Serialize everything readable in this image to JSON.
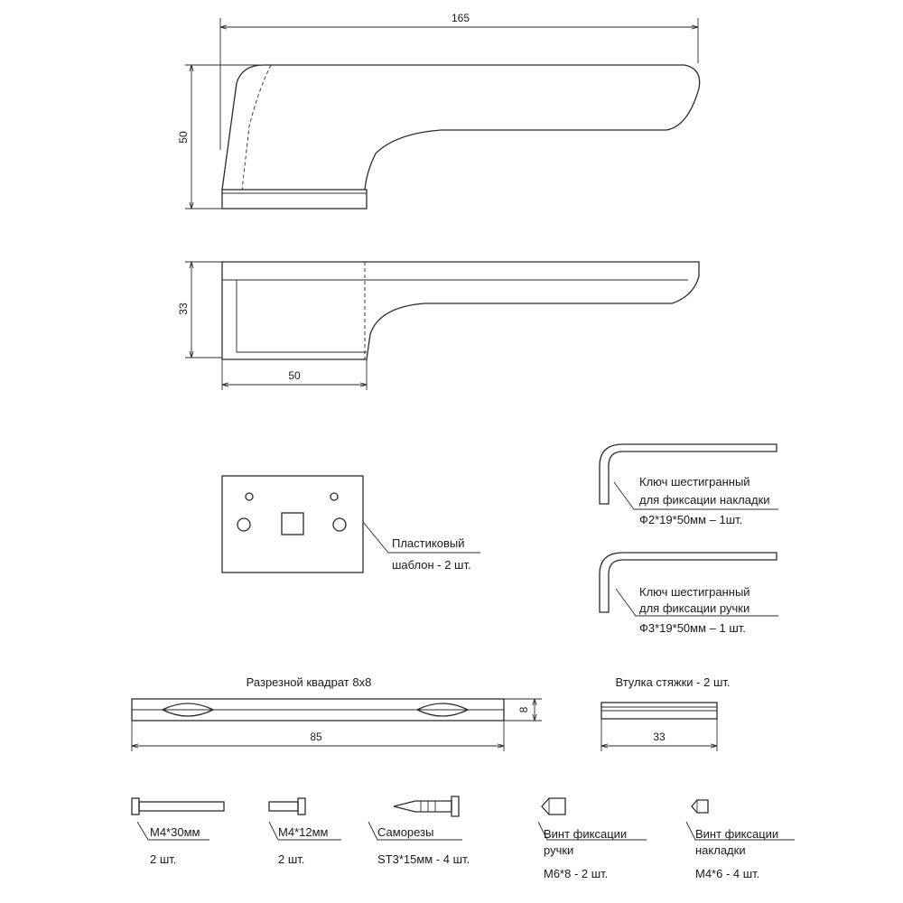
{
  "handle": {
    "width_dim": "165",
    "height_dim": "50",
    "depth_dim": "33",
    "base_dim": "50"
  },
  "template": {
    "label_line1": "Пластиковый",
    "label_line2": "шаблон - 2 шт."
  },
  "hex_key_cover": {
    "line1": "Ключ шестигранный",
    "line2": "для фиксации накладки",
    "line3": "Ф2*19*50мм – 1шт."
  },
  "hex_key_handle": {
    "line1": "Ключ шестигранный",
    "line2": "для фиксации ручки",
    "line3": "Ф3*19*50мм – 1 шт."
  },
  "split_square": {
    "title": "Разрезной квадрат 8х8",
    "length_dim": "85",
    "height_dim": "8"
  },
  "sleeve": {
    "title": "Втулка стяжки - 2 шт.",
    "length_dim": "33"
  },
  "fasteners": [
    {
      "name": "М4*30мм",
      "qty": "2 шт."
    },
    {
      "name": "М4*12мм",
      "qty": "2 шт."
    },
    {
      "name": "Саморезы",
      "qty": "ST3*15мм - 4 шт."
    },
    {
      "name_line1": "Винт фиксации",
      "name_line2": "ручки",
      "qty": "М6*8 - 2 шт."
    },
    {
      "name_line1": "Винт фиксации",
      "name_line2": "накладки",
      "qty": "М4*6 - 4 шт."
    }
  ]
}
